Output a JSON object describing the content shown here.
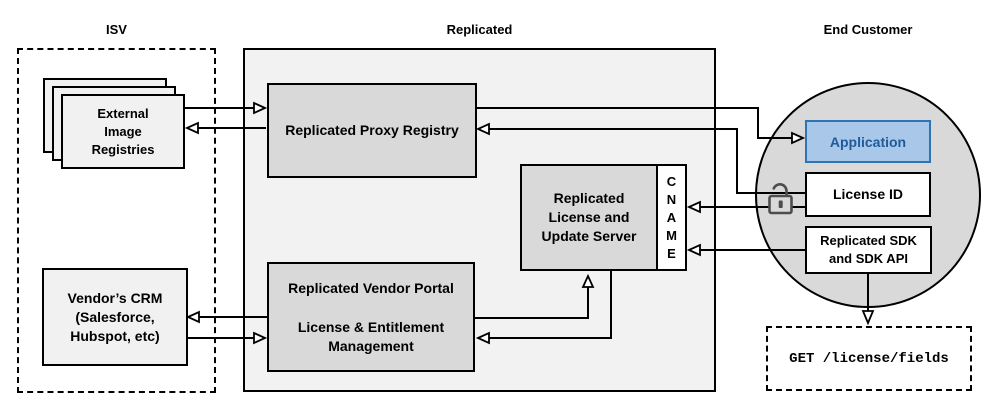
{
  "titles": {
    "isv": "ISV",
    "replicated": "Replicated",
    "end_customer": "End Customer"
  },
  "colors": {
    "container_fill": "#f2f2f2",
    "node_gray": "#d9d9d9",
    "sheet_gray": "#f1f1f1",
    "circle_gray": "#d9d9d9",
    "cname_fill": "#ffffff",
    "application_fill": "#a9c7e9",
    "application_border": "#2e74b5",
    "application_text": "#1f5b99",
    "line_black": "#000000",
    "lock_gray": "#4d4d4d"
  },
  "isv": {
    "registries": {
      "lines": [
        "External",
        "Image",
        "Registries"
      ]
    },
    "crm": {
      "lines": [
        "Vendor’s CRM",
        "(Salesforce,",
        "Hubspot, etc)"
      ]
    }
  },
  "replicated": {
    "proxy_registry": {
      "label": "Replicated Proxy Registry"
    },
    "license_update_server": {
      "lines": [
        "Replicated",
        "License and",
        "Update Server"
      ]
    },
    "cname": {
      "letters": [
        "C",
        "N",
        "A",
        "M",
        "E"
      ]
    },
    "vendor_portal": {
      "title": "Replicated Vendor Portal",
      "subtitle_lines": [
        "License & Entitlement",
        "Management"
      ]
    }
  },
  "end_customer": {
    "application": {
      "label": "Application"
    },
    "license_id": {
      "label": "License ID"
    },
    "sdk": {
      "lines": [
        "Replicated SDK",
        "and SDK API"
      ]
    },
    "get_request": {
      "label": "GET /license/fields"
    },
    "lock_icon": "unlocked-padlock"
  }
}
